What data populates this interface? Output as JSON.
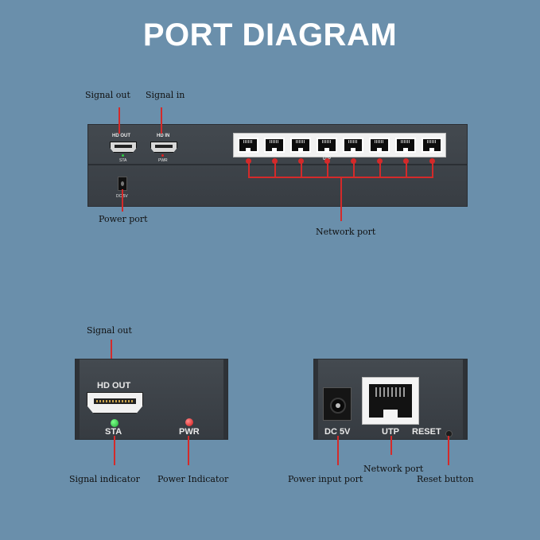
{
  "title": "PORT DIAGRAM",
  "colors": {
    "background": "#6a8fab",
    "device": "#3b4148",
    "callout": "#d42a2a",
    "sta_led": "#2ecc40",
    "pwr_led": "#e02020"
  },
  "top_device": {
    "hd_out": "HD OUT",
    "hd_in": "HD IN",
    "sta": "STA",
    "pwr": "PWR",
    "utp": "UTP",
    "dc": "DC 5V",
    "port_count": 8
  },
  "top_annotations": {
    "signal_out": "Signal out",
    "signal_in": "Signal in",
    "power_port": "Power port",
    "network_port": "Network port"
  },
  "left_device": {
    "hd_out": "HD OUT",
    "sta": "STA",
    "pwr": "PWR",
    "signal_out": "Signal out",
    "signal_indicator": "Signal indicator",
    "power_indicator": "Power Indicator"
  },
  "right_device": {
    "dc": "DC 5V",
    "utp": "UTP",
    "reset": "RESET",
    "power_input_port": "Power input port",
    "network_port": "Network port",
    "reset_button": "Reset button"
  }
}
